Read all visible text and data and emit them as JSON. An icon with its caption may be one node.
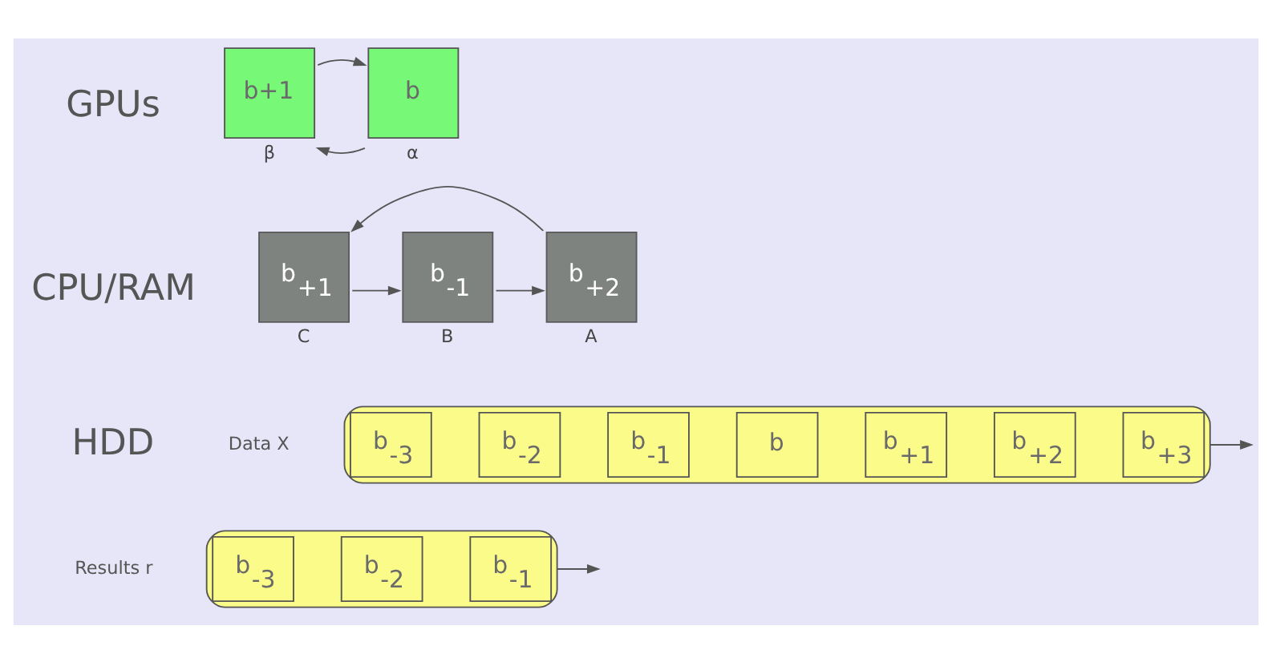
{
  "diagram": {
    "nodes": [
      {
        "text": [
          "b+1"
        ],
        "beside": [
          "β"
        ]
      },
      {
        "text": [
          "b"
        ],
        "beside": [
          "α"
        ]
      },
      {
        "text": [
          "b$_{+1}$"
        ],
        "beside": [
          "C"
        ]
      },
      {
        "text": [
          "b$_{-1}$"
        ],
        "beside": [
          "B"
        ]
      },
      {
        "text": [
          "b$_{+2}$"
        ],
        "beside": [
          "A"
        ]
      },
      {
        "text": [],
        "shape": "tape",
        "beside": [
          "Data X"
        ]
      },
      {
        "text": [
          "b$_{-3}$"
        ],
        "in": 5
      },
      {
        "text": [
          "b$_{-2}$"
        ],
        "in": 5
      },
      {
        "text": [
          "b$_{-1}$"
        ],
        "in": 5
      },
      {
        "text": [
          "b"
        ],
        "in": 5
      },
      {
        "text": [
          "b$_{+1}$"
        ],
        "in": 5
      },
      {
        "text": [
          "b$_{+2}$"
        ],
        "in": 5
      },
      {
        "text": [
          "b$_{+3}$"
        ],
        "in": 5
      },
      {
        "text": [],
        "shape": "tape",
        "beside": [
          "Results r"
        ]
      },
      {
        "text": [
          "b$_{-3}$"
        ],
        "in": 13
      },
      {
        "text": [
          "b$_{-2}$"
        ],
        "in": 13
      },
      {
        "text": [
          "b$_{-1}$"
        ],
        "in": 13
      }
    ],
    "edges": [
      {
        "from": 1,
        "to": 0,
        "arrow": "to"
      },
      {
        "from": 0,
        "to": 1,
        "arrow": "to"
      },
      {
        "from": 2,
        "to": 3,
        "arrow": "to"
      },
      {
        "from": 3,
        "to": 4,
        "arrow": "to"
      },
      {
        "from": 4,
        "to": 2,
        "arrow": "to"
      },
      {
        "from": 5,
        "to": null,
        "arrow": "to"
      },
      {
        "from": 13,
        "to": null,
        "arrow": "to"
      }
    ],
    "labels": [
      "GPUs",
      "CPU/RAM",
      "HDD"
    ]
  }
}
